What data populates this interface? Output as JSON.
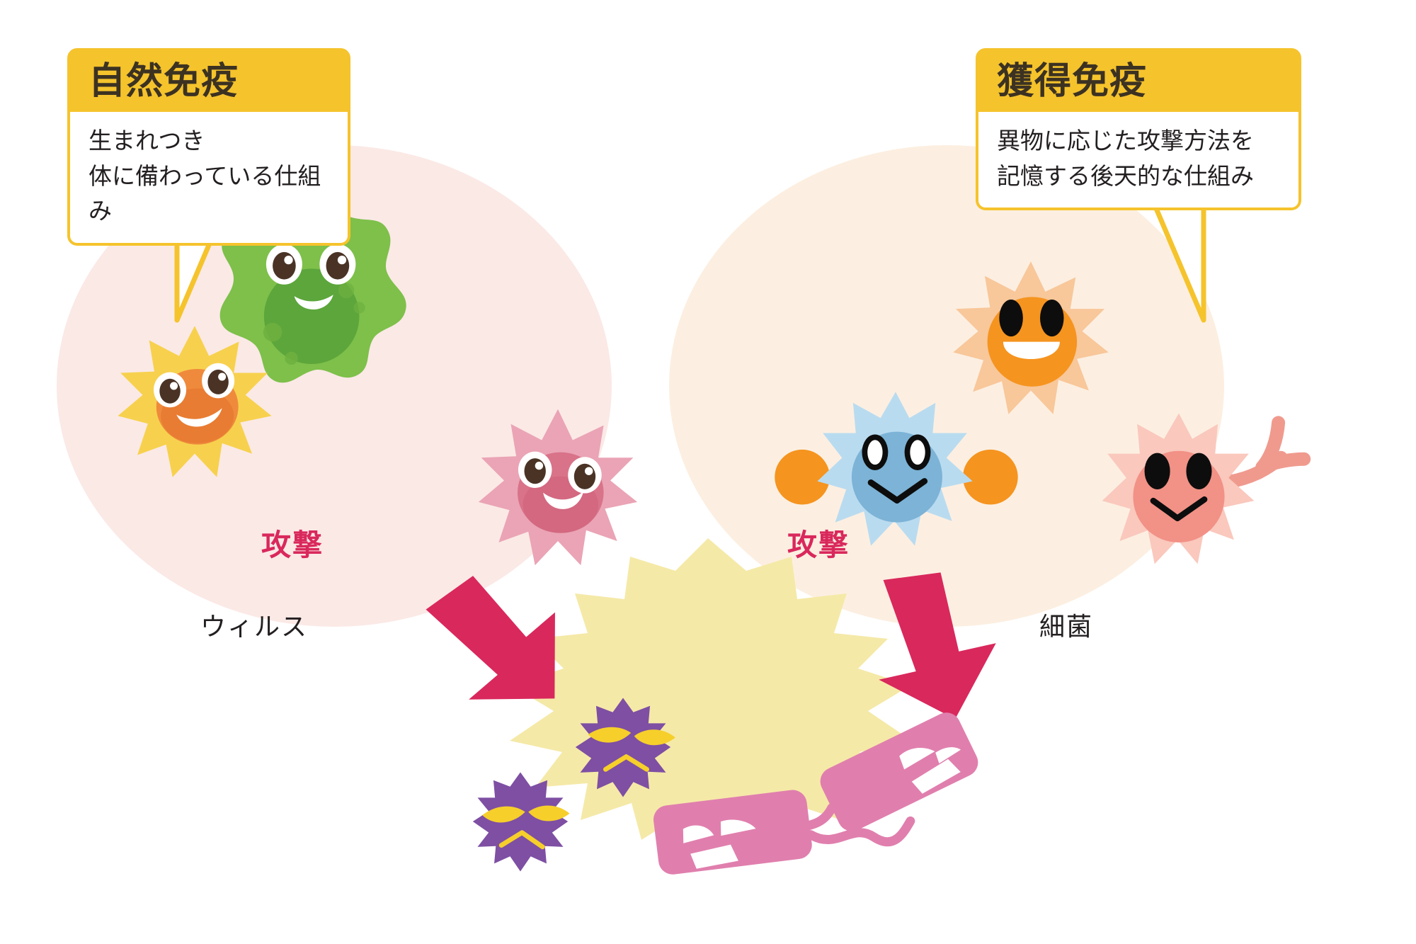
{
  "diagram": {
    "title_hidden": "",
    "colors": {
      "callout_accent": "#f5c32c",
      "callout_text": "#3c3222",
      "body_text": "#231f20",
      "left_zone_fill": "#fbe9e6",
      "right_zone_fill": "#fcefe1",
      "arrow": "#d9285c",
      "attack_label": "#d9285c",
      "burst_fill": "#f5e9a8",
      "virus_body": "#7e4fa3",
      "virus_accent": "#f6cf2b",
      "bacteria_body": "#e07fae",
      "macrophage_green": "#7ec04a",
      "neutrophil_yellow": "#f7d14e",
      "nk_pink": "#eaa4b5",
      "dendritic_orange": "#f6b77a",
      "bcell_blue": "#a9d2ea",
      "tcell_pink": "#f6c2b8"
    }
  },
  "callouts": [
    {
      "id": "innate",
      "title": "自然免疫",
      "description": "生まれつき\n体に備わっている仕組み"
    },
    {
      "id": "adaptive",
      "title": "獲得免疫",
      "description": "異物に応じた攻撃方法を\n記憶する後天的な仕組み"
    }
  ],
  "arrows": [
    {
      "id": "attack-left",
      "label": "攻撃"
    },
    {
      "id": "attack-right",
      "label": "攻撃"
    }
  ],
  "pathogen_labels": [
    {
      "id": "virus",
      "label": "ウィルス"
    },
    {
      "id": "bacteria",
      "label": "細菌"
    }
  ],
  "cells": {
    "innate": [
      {
        "name": "macrophage",
        "color": "#7ec04a",
        "expression": "smiling"
      },
      {
        "name": "neutrophil",
        "color": "#f7d14e",
        "expression": "smiling"
      },
      {
        "name": "nk-cell",
        "color": "#eaa4b5",
        "expression": "smiling"
      }
    ],
    "adaptive": [
      {
        "name": "dendritic-cell",
        "color": "#f6b77a",
        "expression": "grinning"
      },
      {
        "name": "b-cell",
        "color": "#a9d2ea",
        "expression": "neutral"
      },
      {
        "name": "t-cell",
        "color": "#f6c2b8",
        "expression": "waving"
      }
    ]
  },
  "pathogens": {
    "viruses": [
      {
        "name": "virus-upper",
        "expression": "worried"
      },
      {
        "name": "virus-lower",
        "expression": "worried"
      }
    ],
    "bacteria": [
      {
        "name": "bacterium-upper",
        "expression": "worried"
      },
      {
        "name": "bacterium-lower",
        "expression": "worried"
      }
    ]
  }
}
